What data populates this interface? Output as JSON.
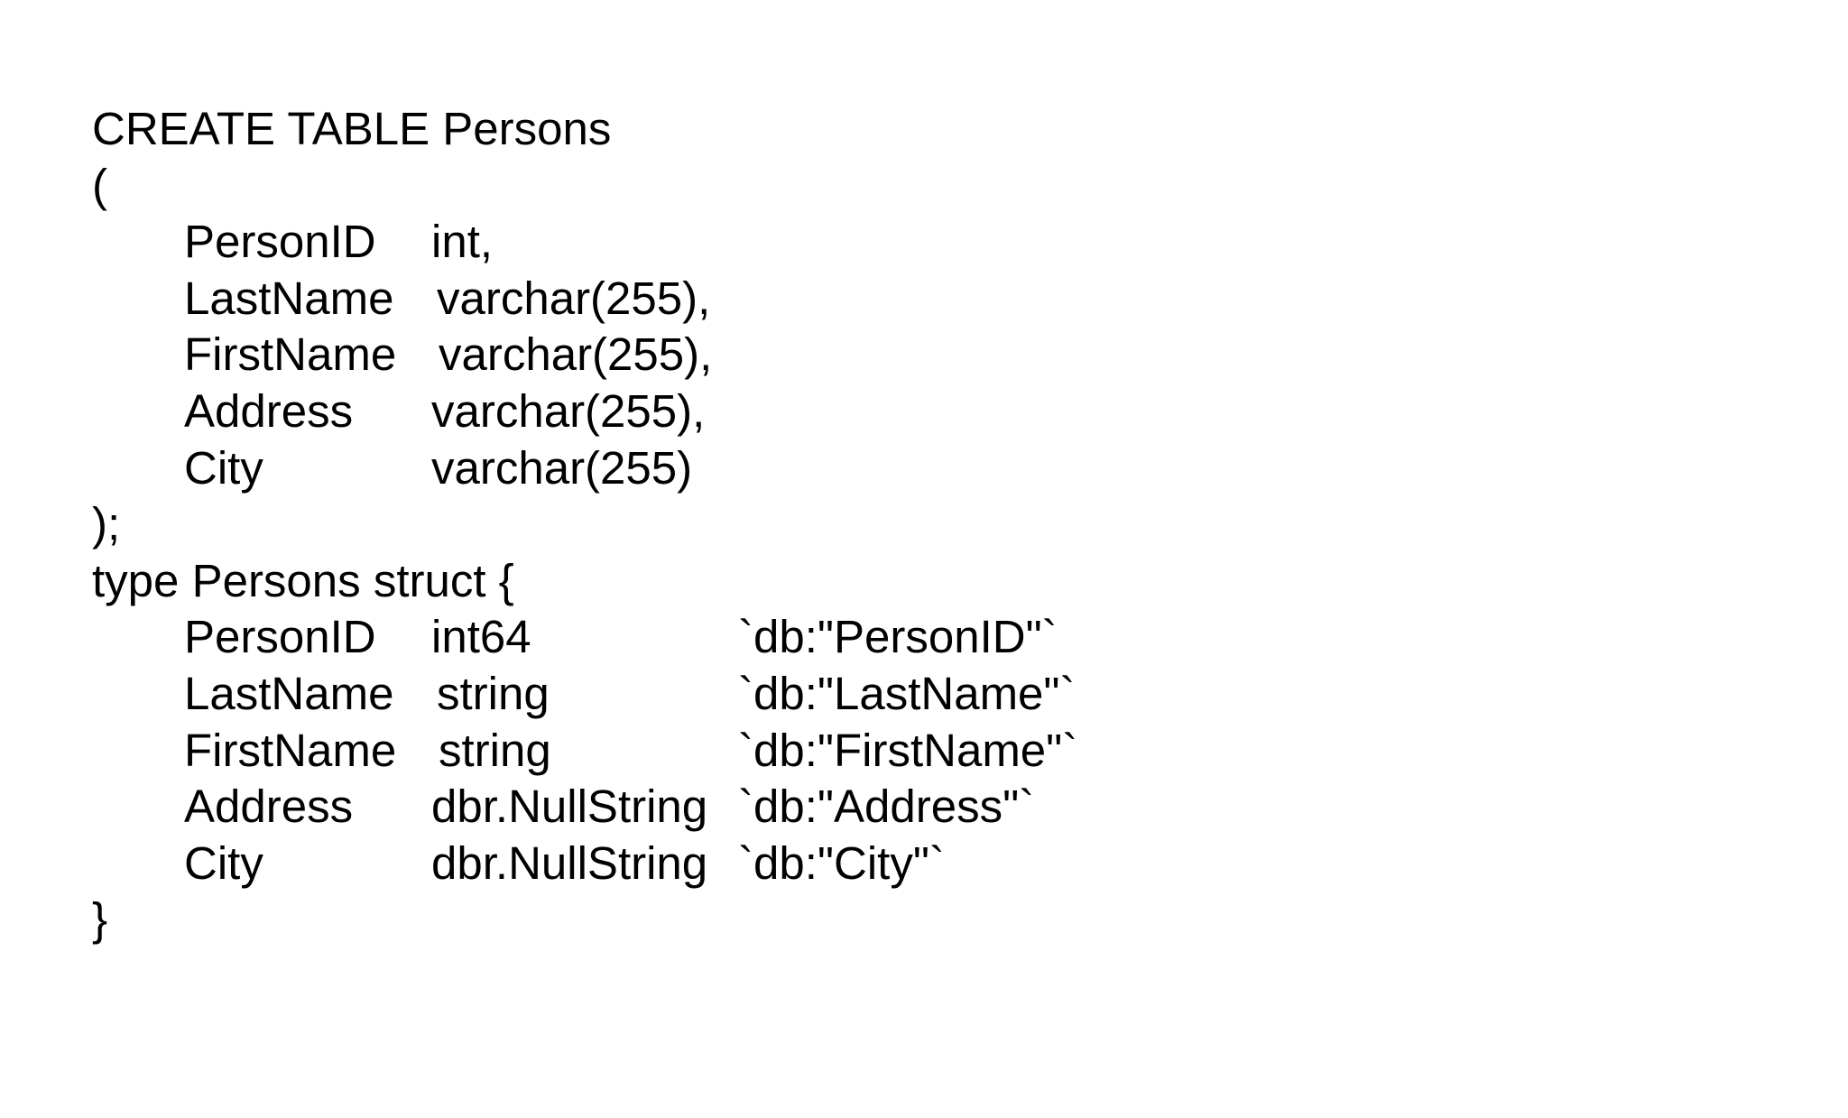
{
  "sql": {
    "create_line": "CREATE TABLE Persons",
    "open_paren": "(",
    "columns": [
      {
        "name": "PersonID",
        "type": "int,"
      },
      {
        "name": "LastName",
        "type": "varchar(255),"
      },
      {
        "name": "FirstName",
        "type": "varchar(255),"
      },
      {
        "name": "Address",
        "type": "varchar(255),"
      },
      {
        "name": "City",
        "type": "varchar(255)"
      }
    ],
    "close_paren": ");"
  },
  "go": {
    "type_line": "type Persons struct {",
    "fields": [
      {
        "name": "PersonID",
        "type": "int64",
        "tag": "`db:\"PersonID\"`"
      },
      {
        "name": "LastName",
        "type": "string",
        "tag": "`db:\"LastName\"`"
      },
      {
        "name": "FirstName",
        "type": "string",
        "tag": "`db:\"FirstName\"`"
      },
      {
        "name": "Address",
        "type": "dbr.NullString",
        "tag": "`db:\"Address\"`"
      },
      {
        "name": "City",
        "type": "dbr.NullString",
        "tag": "`db:\"City\"`"
      }
    ],
    "close_brace": "}"
  }
}
